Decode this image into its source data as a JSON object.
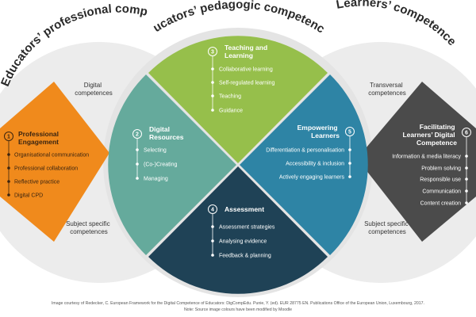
{
  "arc_titles": {
    "professional": "Educators’ professional competences",
    "pedagogic": "Educators’ pedagogic competences",
    "learners": "Learners’ competences"
  },
  "side_labels": {
    "left_top": [
      "Digital",
      "competences"
    ],
    "left_bottom": [
      "Subject specific",
      "competences"
    ],
    "right_top": [
      "Transversal",
      "competences"
    ],
    "right_bottom": [
      "Subject specific",
      "competences"
    ]
  },
  "areas": [
    {
      "number": "1",
      "title": [
        "Professional",
        "Engagement"
      ],
      "items": [
        "Organisational communication",
        "Professional collaboration",
        "Reflective practice",
        "Digital CPD"
      ],
      "color": "#f08a1c"
    },
    {
      "number": "2",
      "title": [
        "Digital",
        "Resources"
      ],
      "items": [
        "Selecting",
        "(Co-)Creating",
        "Managing"
      ],
      "color": "#65aa9c"
    },
    {
      "number": "3",
      "title": [
        "Teaching and",
        "Learning"
      ],
      "items": [
        "Collaborative learning",
        "Self-regulated learning",
        "Teaching",
        "Guidance"
      ],
      "color": "#96bf4b"
    },
    {
      "number": "4",
      "title": [
        "Assessment"
      ],
      "items": [
        "Assessment strategies",
        "Analysing evidence",
        "Feedback & planning"
      ],
      "color": "#1f4256"
    },
    {
      "number": "5",
      "title": [
        "Empowering",
        "Learners"
      ],
      "items": [
        "Differentiation & personalisation",
        "Accessibility & inclusion",
        "Actively engaging learners"
      ],
      "color": "#2e84a5"
    },
    {
      "number": "6",
      "title": [
        "Facilitating",
        "Learners’ Digital",
        "Competence"
      ],
      "items": [
        "Information & media literacy",
        "Problem solving",
        "Responsible use",
        "Communication",
        "Content creation"
      ],
      "color": "#4b4b4b"
    }
  ],
  "credit": [
    "Image courtesy of Redecker, C. European Framework for the Digital Competence of Educators: DigCompEdu. Punie, Y. (ed). EUR 28775 EN. Publications Office of the European Union, Luxembourg, 2017.",
    "Note: Source image colours have been modified by Moodle"
  ]
}
